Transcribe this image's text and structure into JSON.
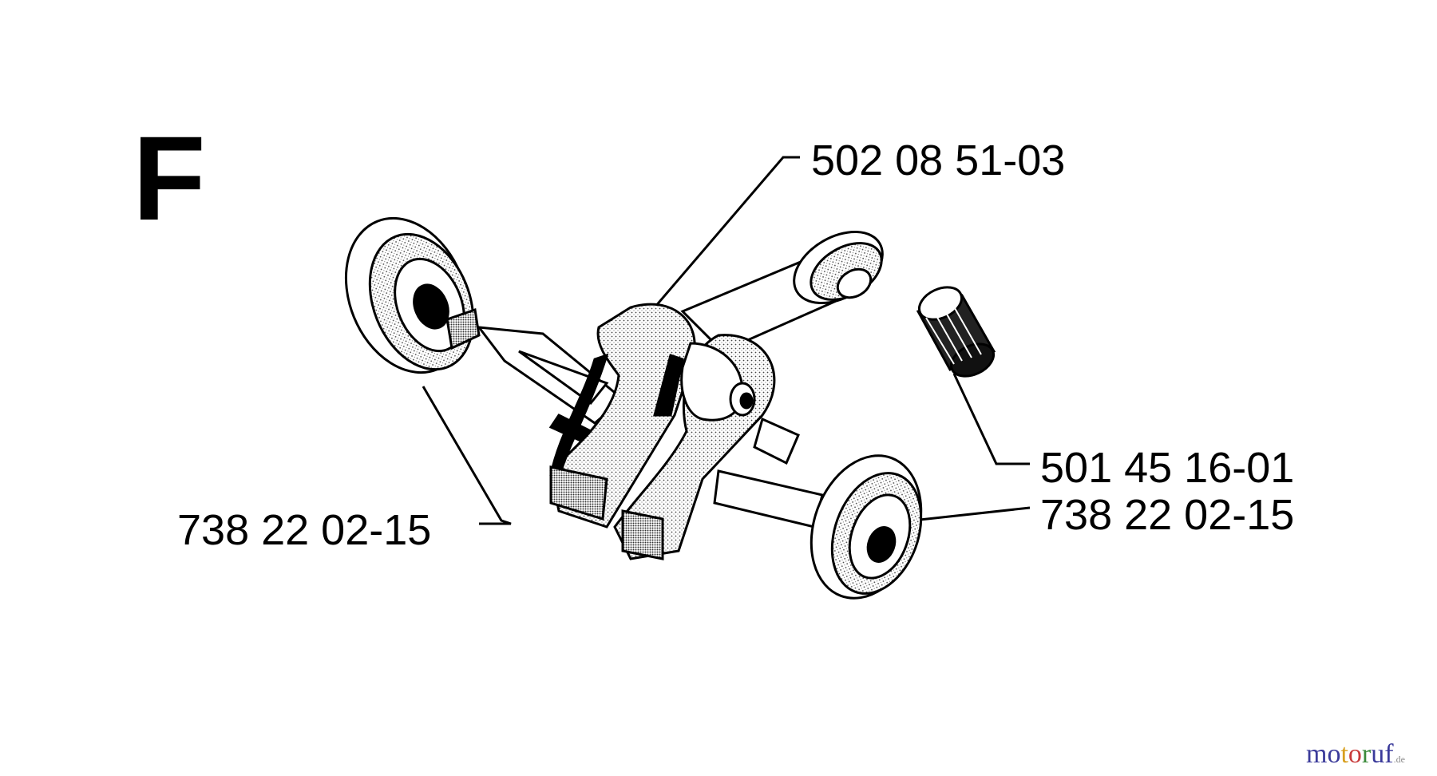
{
  "section_letter": "F",
  "parts": {
    "connecting_rod_crankshaft": "502 08 51-03",
    "needle_bearing": "501 45 16-01",
    "bearing_right": "738 22 02-15",
    "bearing_left": "738 22 02-15"
  },
  "watermark": {
    "letters": [
      "m",
      "o",
      "t",
      "o",
      "r",
      "u",
      "f"
    ],
    "suffix": ".de",
    "colors": [
      "#3a3a9a",
      "#3a3a9a",
      "#d8a020",
      "#c83a3a",
      "#3a8a3a",
      "#3a3a9a",
      "#3a3a9a"
    ]
  }
}
